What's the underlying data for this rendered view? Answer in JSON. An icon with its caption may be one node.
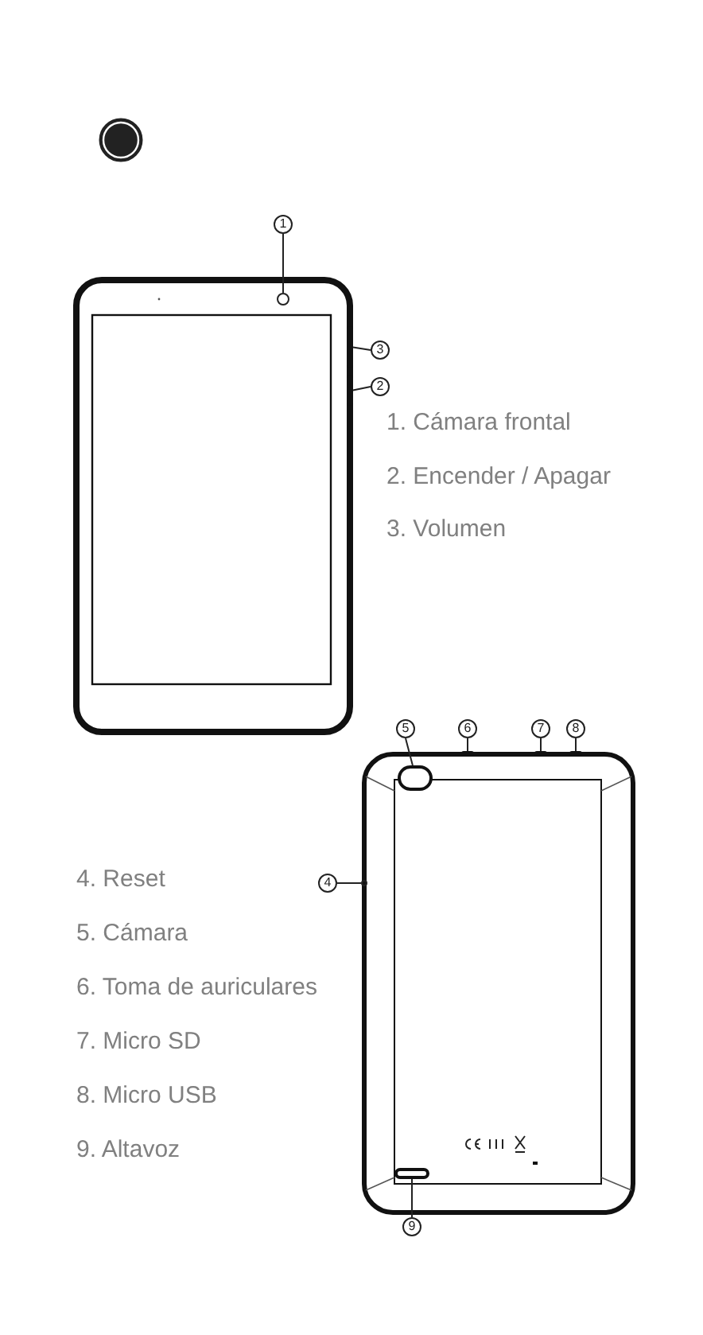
{
  "diagram": {
    "nodes": [
      {
        "text": [
          "1"
        ]
      },
      {
        "text": [],
        "shape": "circle"
      },
      {
        "text": [
          "3"
        ]
      },
      {
        "text": [],
        "shape": "bar"
      },
      {
        "text": [
          "2"
        ]
      },
      {
        "text": [],
        "shape": "bar"
      },
      {
        "text": [
          "5"
        ]
      },
      {
        "text": [
          "6"
        ]
      },
      {
        "text": [
          "7"
        ]
      },
      {
        "text": [
          "8"
        ]
      },
      {
        "text": [
          "4"
        ]
      },
      {
        "text": [],
        "shape": "circle"
      },
      {
        "text": [],
        "shape": "circle"
      },
      {
        "text": [],
        "shape": "bar"
      },
      {
        "text": [],
        "shape": "bar"
      },
      {
        "text": [],
        "shape": "bar"
      },
      {
        "text": [
          "9"
        ]
      },
      {
        "text": [],
        "shape": "bar"
      }
    ],
    "edges": [
      {
        "from": 0,
        "to": 1,
        "arrow": "none"
      },
      {
        "from": 2,
        "to": 3,
        "arrow": "none"
      },
      {
        "from": 4,
        "to": 5,
        "arrow": "none"
      },
      {
        "from": 6,
        "to": 12,
        "arrow": "none"
      },
      {
        "from": 7,
        "to": 13,
        "arrow": "none"
      },
      {
        "from": 8,
        "to": 14,
        "arrow": "none"
      },
      {
        "from": 9,
        "to": 15,
        "arrow": "none"
      },
      {
        "from": 10,
        "to": 11,
        "arrow": "none"
      },
      {
        "from": 16,
        "to": 17,
        "arrow": "none"
      }
    ],
    "labels": [
      "1. Cámara frontal",
      "2. Encender / Apagar",
      "3. Volumen",
      "4. Reset",
      "5. Cámara",
      "6. Toma de auriculares",
      "7. Micro SD",
      "8. Micro USB",
      "9. Altavoz"
    ]
  }
}
